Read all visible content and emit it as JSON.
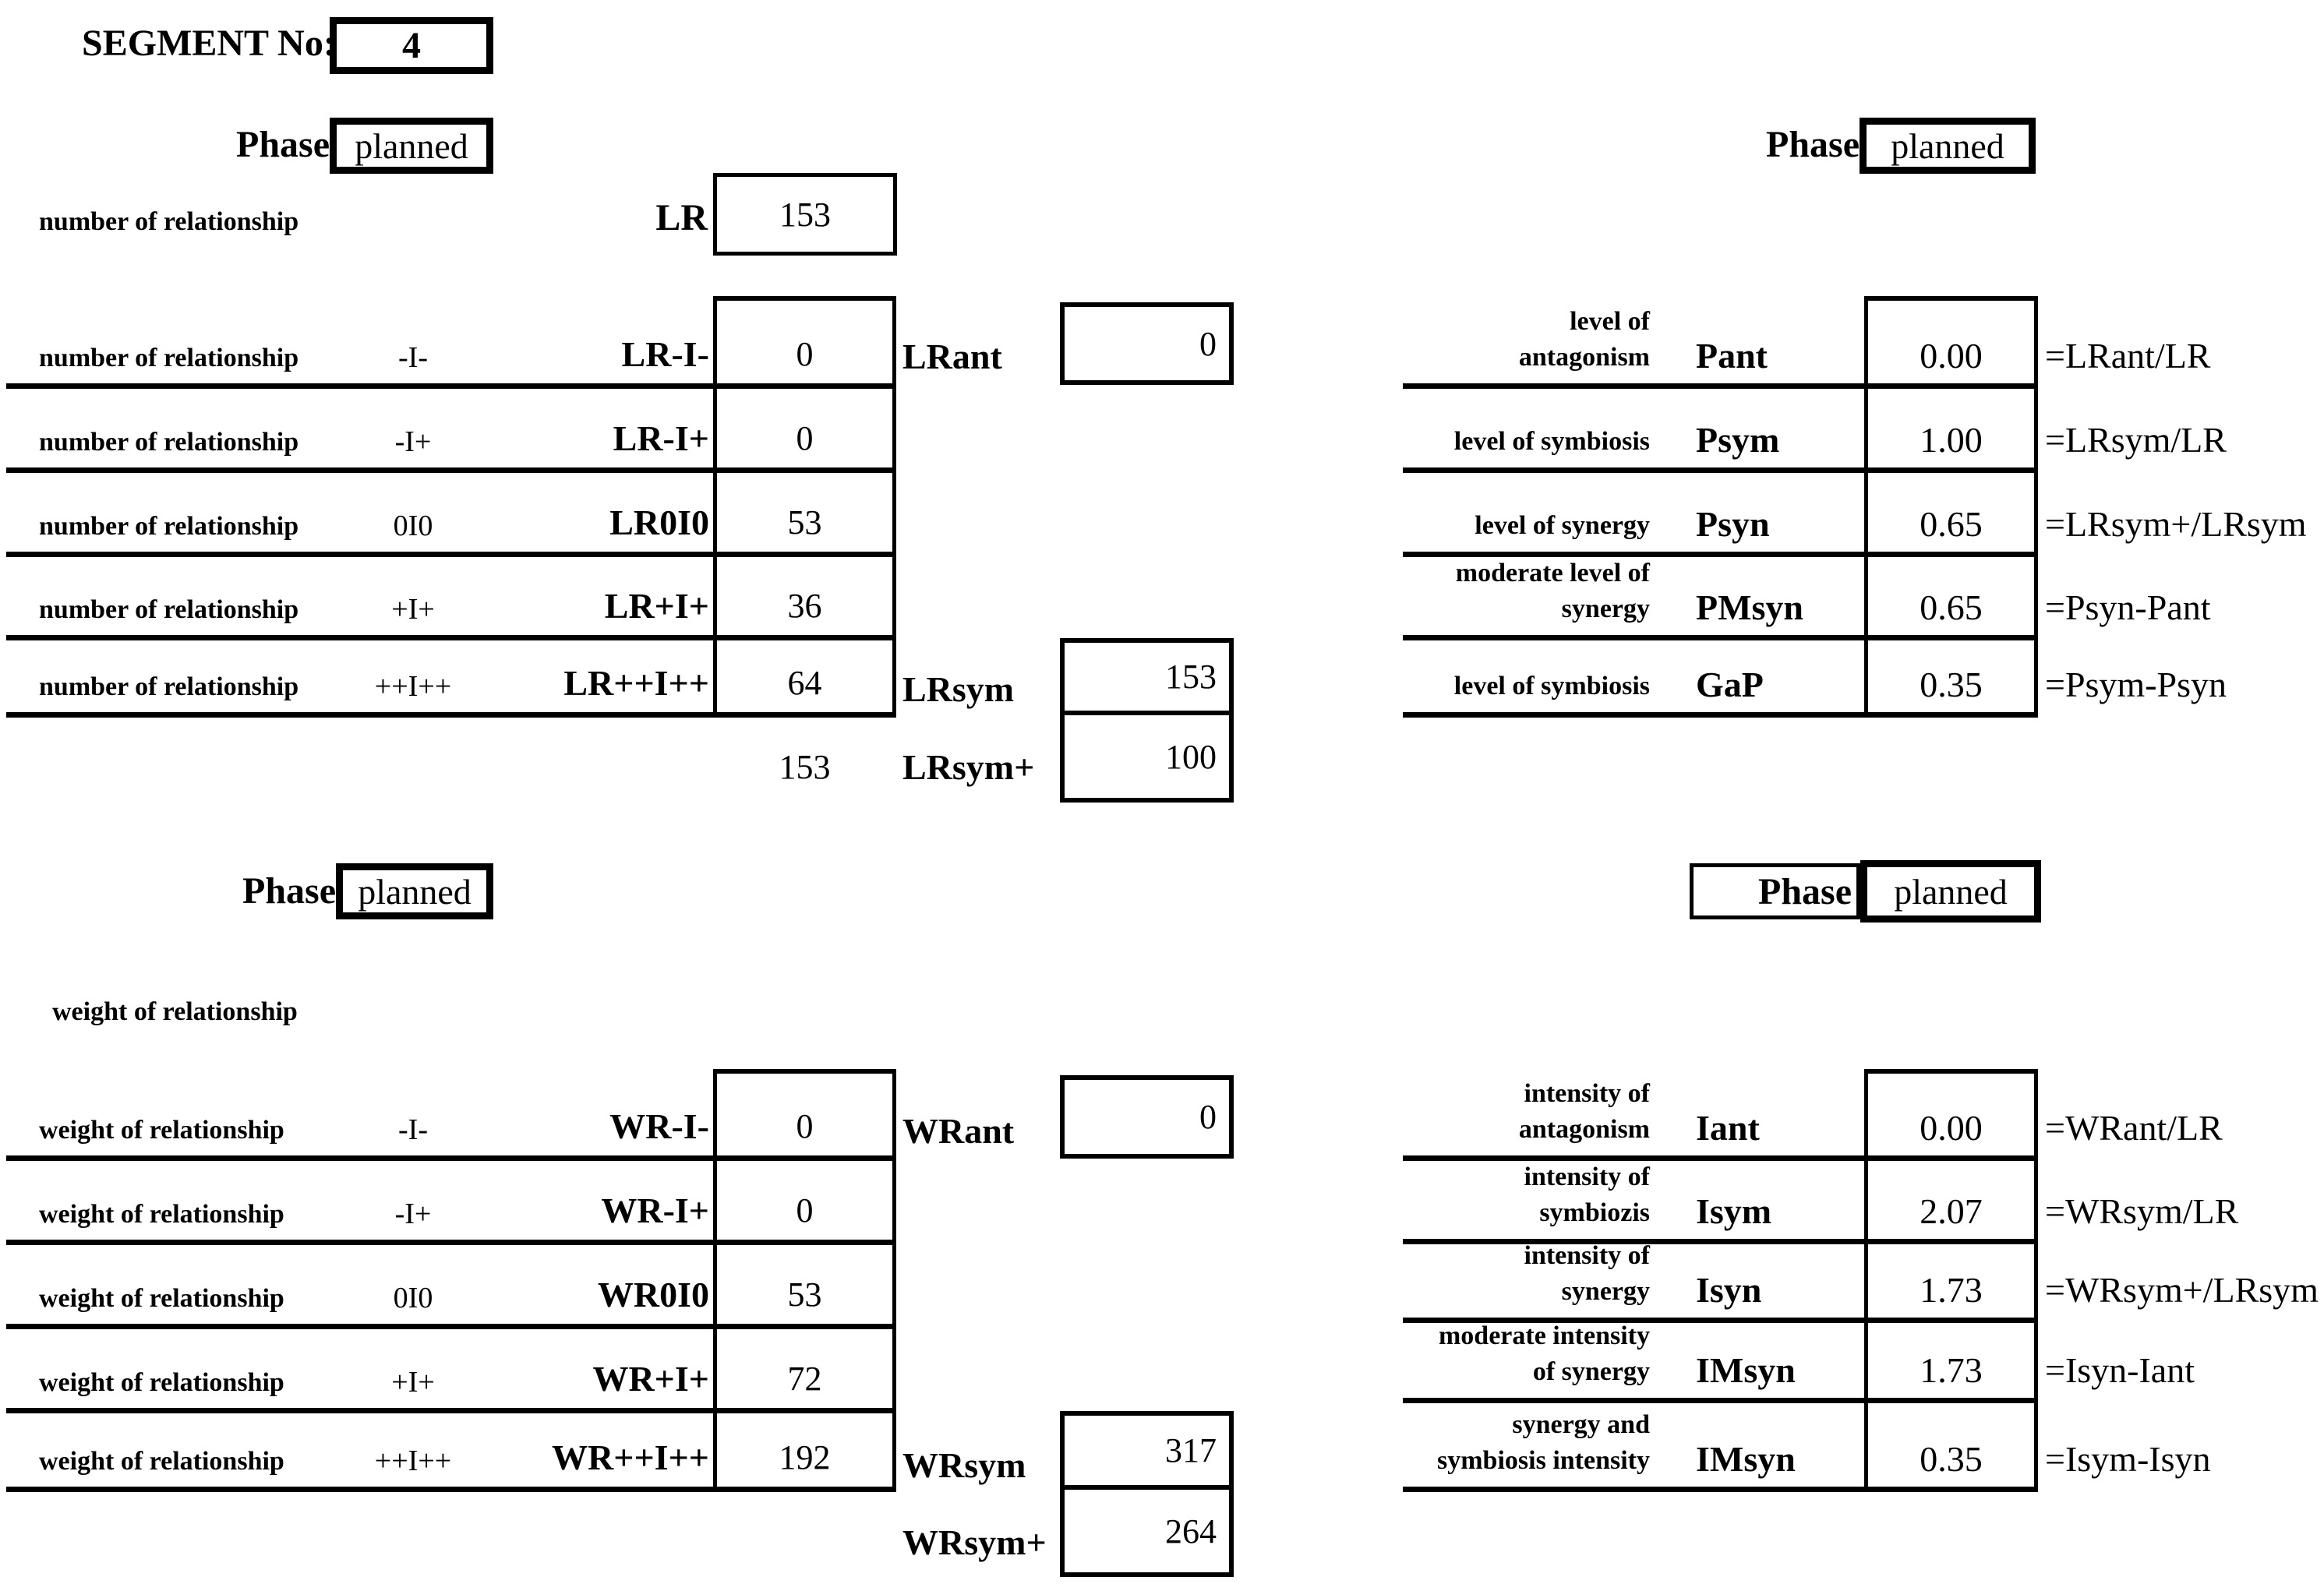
{
  "segment": {
    "label": "SEGMENT No:",
    "value": "4"
  },
  "phase": {
    "label": "Phase",
    "value": "planned"
  },
  "number_section": {
    "header": "number of relationship",
    "lr_code": "LR",
    "lr_value": "153",
    "rows": [
      {
        "label": "number of relationship",
        "symbol": "-I-",
        "code": "LR-I-",
        "value": "0"
      },
      {
        "label": "number of relationship",
        "symbol": "-I+",
        "code": "LR-I+",
        "value": "0"
      },
      {
        "label": "number of relationship",
        "symbol": "0I0",
        "code": "LR0I0",
        "value": "53"
      },
      {
        "label": "number of relationship",
        "symbol": "+I+",
        "code": "LR+I+",
        "value": "36"
      },
      {
        "label": "number of relationship",
        "symbol": "++I++",
        "code": "LR++I++",
        "value": "64"
      }
    ],
    "ant_label": "LRant",
    "ant_value": "0",
    "sym_label": "LRsym",
    "sym_value": "153",
    "sym_total": "153",
    "symplus_label": "LRsym+",
    "symplus_value": "100"
  },
  "level_section": {
    "rows": [
      {
        "desc1": "level of",
        "desc2": "antagonism",
        "symbol": "Pant",
        "value": "0.00",
        "formula": "=LRant/LR"
      },
      {
        "desc1": "",
        "desc2": "level of symbiosis",
        "symbol": "Psym",
        "value": "1.00",
        "formula": "=LRsym/LR"
      },
      {
        "desc1": "",
        "desc2": "level of synergy",
        "symbol": "Psyn",
        "value": "0.65",
        "formula": "=LRsym+/LRsym"
      },
      {
        "desc1": "moderate level of",
        "desc2": "synergy",
        "symbol": "PMsyn",
        "value": "0.65",
        "formula": "=Psyn-Pant"
      },
      {
        "desc1": "",
        "desc2": "level of symbiosis",
        "symbol": "GaP",
        "value": "0.35",
        "formula": "=Psym-Psyn"
      }
    ]
  },
  "weight_section": {
    "header": "weight of relationship",
    "rows": [
      {
        "label": "weight of relationship",
        "symbol": "-I-",
        "code": "WR-I-",
        "value": "0"
      },
      {
        "label": "weight of relationship",
        "symbol": "-I+",
        "code": "WR-I+",
        "value": "0"
      },
      {
        "label": "weight of relationship",
        "symbol": "0I0",
        "code": "WR0I0",
        "value": "53"
      },
      {
        "label": "weight of relationship",
        "symbol": "+I+",
        "code": "WR+I+",
        "value": "72"
      },
      {
        "label": "weight of relationship",
        "symbol": "++I++",
        "code": "WR++I++",
        "value": "192"
      }
    ],
    "ant_label": "WRant",
    "ant_value": "0",
    "sym_label": "WRsym",
    "sym_value": "317",
    "symplus_label": "WRsym+",
    "symplus_value": "264"
  },
  "intensity_section": {
    "rows": [
      {
        "desc1": "intensity of",
        "desc2": "antagonism",
        "symbol": "Iant",
        "value": "0.00",
        "formula": "=WRant/LR"
      },
      {
        "desc1": "intensity of",
        "desc2": "symbiozis",
        "symbol": "Isym",
        "value": "2.07",
        "formula": "=WRsym/LR"
      },
      {
        "desc1": "intensity of",
        "desc2": "synergy",
        "symbol": "Isyn",
        "value": "1.73",
        "formula": "=WRsym+/LRsym"
      },
      {
        "desc1": "moderate intensity",
        "desc2": "of synergy",
        "symbol": "IMsyn",
        "value": "1.73",
        "formula": "=Isyn-Iant"
      },
      {
        "desc1": "synergy and",
        "desc2": "symbiosis intensity",
        "symbol": "IMsyn",
        "value": "0.35",
        "formula": "=Isym-Isyn"
      }
    ]
  }
}
